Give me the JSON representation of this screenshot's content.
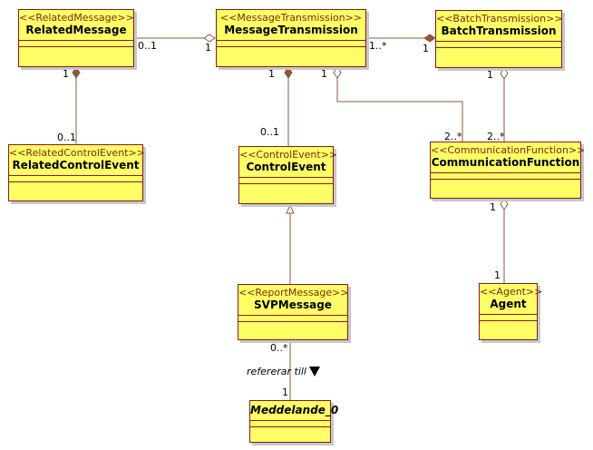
{
  "classes": {
    "related_message": {
      "stereotype": "<<RelatedMessage>>",
      "name": "RelatedMessage"
    },
    "message_transmission": {
      "stereotype": "<<MessageTransmission>>",
      "name": "MessageTransmission"
    },
    "batch_transmission": {
      "stereotype": "<<BatchTransmission>>",
      "name": "BatchTransmission"
    },
    "related_control_event": {
      "stereotype": "<<RelatedControlEvent>>",
      "name": "RelatedControlEvent"
    },
    "control_event": {
      "stereotype": "<<ControlEvent>>",
      "name": "ControlEvent"
    },
    "communication_function": {
      "stereotype": "<<CommunicationFunction>>",
      "name": "CommunicationFunction"
    },
    "report_message": {
      "stereotype": "<<ReportMessage>>",
      "name": "SVPMessage"
    },
    "agent": {
      "stereotype": "<<Agent>>",
      "name": "Agent"
    },
    "meddelande": {
      "name": "Meddelande_0"
    }
  },
  "multiplicities": {
    "rm_mt_rm": "0..1",
    "rm_mt_mt": "1",
    "mt_bt_mt": "1..*",
    "mt_bt_bt": "1",
    "rm_rce_rm": "1",
    "rm_rce_rce": "0..1",
    "mt_ce_mt": "1",
    "mt_ce_ce": "0..1",
    "mt_cf_mt": "1",
    "mt_cf_cf": "2..*",
    "bt_cf_bt": "1",
    "bt_cf_cf": "2..*",
    "cf_agent_cf": "1",
    "cf_agent_agent": "1",
    "svp_med_svp": "0..*",
    "svp_med_med": "1"
  },
  "association_label": "refererar till",
  "colors": {
    "class_fill": "#ffff66",
    "border": "#8b1a1a",
    "line": "#8b5a3c"
  }
}
